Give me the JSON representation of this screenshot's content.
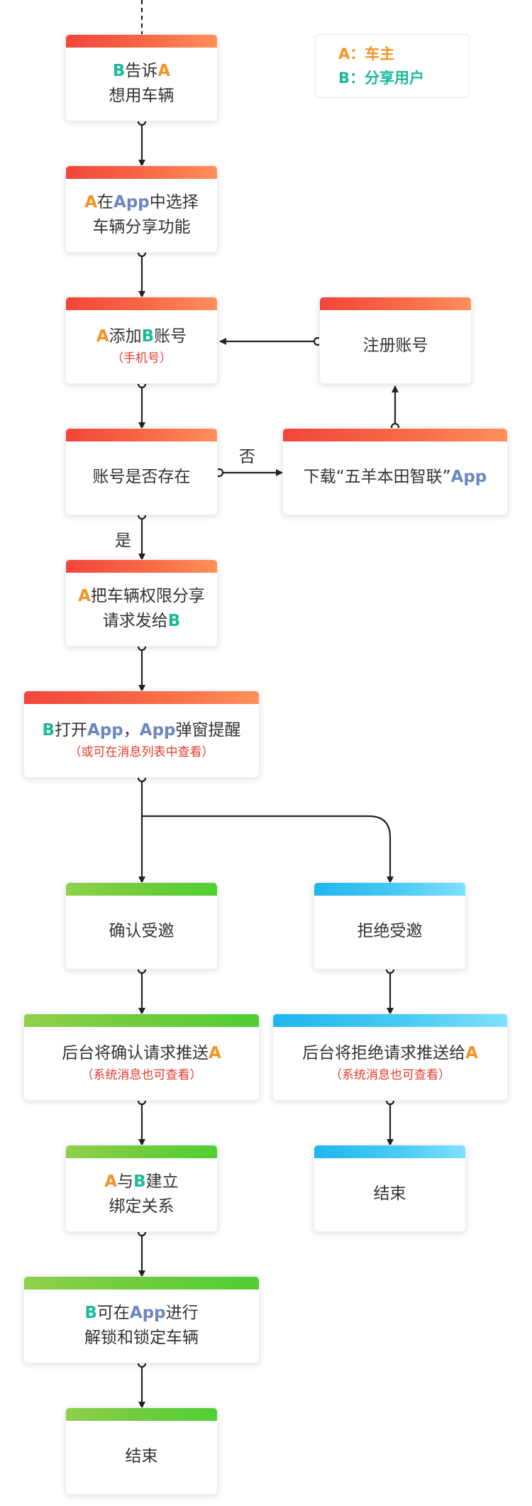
{
  "legend": {
    "a": "A：车主",
    "b": "B：分享用户"
  },
  "nodes": {
    "b_tell_a": {
      "line1": [
        "B",
        "告诉",
        "A"
      ],
      "line2": "想用车辆"
    },
    "a_select_share": {
      "line1": [
        "A",
        "在",
        "App",
        "中选择"
      ],
      "line2": "车辆分享功能"
    },
    "a_add_b": {
      "line1": [
        "A",
        "添加",
        "B",
        "账号"
      ],
      "sub": "（手机号）"
    },
    "register": {
      "text": "注册账号"
    },
    "account_exists": {
      "text": "账号是否存在"
    },
    "download": {
      "text": "下载“五羊本田智联”",
      "app": "App"
    },
    "a_send_request": {
      "line1": [
        "A",
        "把车辆权限分享"
      ],
      "line2": [
        "请求发给",
        "B"
      ]
    },
    "b_open_app": {
      "line1": [
        "B",
        "打开",
        "App",
        "，",
        "App",
        "弹窗提醒"
      ],
      "sub": "（或可在消息列表中查看）"
    },
    "confirm": {
      "text": "确认受邀"
    },
    "reject": {
      "text": "拒绝受邀"
    },
    "push_confirm": {
      "line1": [
        "后台将确认请求推送",
        "A"
      ],
      "sub": "（系统消息也可查看）"
    },
    "push_reject": {
      "line1": [
        "后台将拒绝请求推送给",
        "A"
      ],
      "sub": "（系统消息也可查看）"
    },
    "bind": {
      "line1": [
        "A",
        "与",
        "B",
        "建立"
      ],
      "line2": "绑定关系"
    },
    "end_reject": {
      "text": "结束"
    },
    "b_can_lock": {
      "line1": [
        "B",
        "可在",
        "App",
        "进行"
      ],
      "line2": "解锁和锁定车辆"
    },
    "end": {
      "text": "结束"
    }
  },
  "edge_labels": {
    "no": "否",
    "yes": "是"
  },
  "colors": {
    "a": "#f39325",
    "b": "#19b99a",
    "app": "#6c86c0",
    "note": "#e03b2e"
  }
}
